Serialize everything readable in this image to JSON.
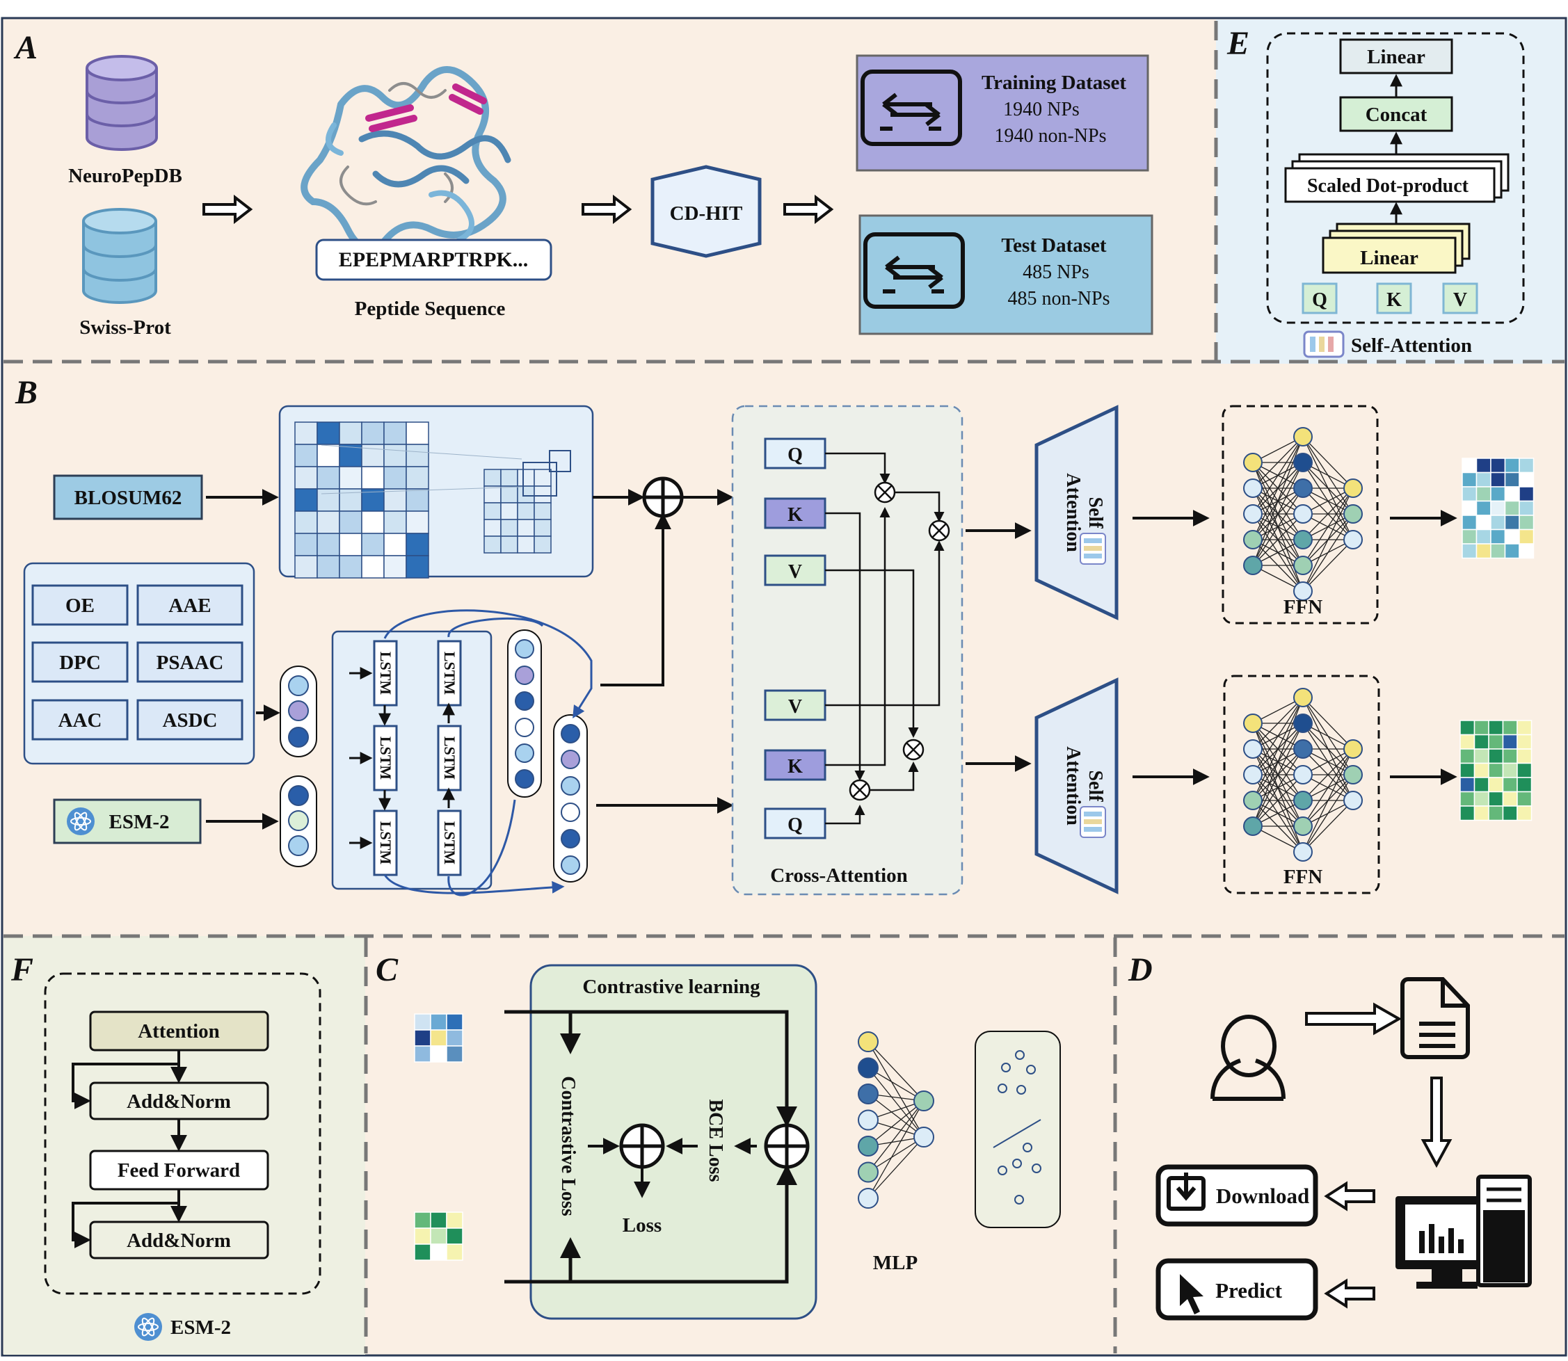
{
  "panels": {
    "a": "A",
    "b": "B",
    "c": "C",
    "d": "D",
    "e": "E",
    "f": "F"
  },
  "a": {
    "db1": "NeuroPepDB",
    "db2": "Swiss-Prot",
    "sequence": "EPEPMARPTRPK...",
    "sequence_label": "Peptide Sequence",
    "cdhit": "CD-HIT",
    "train": {
      "title": "Training Dataset",
      "line1": "1940 NPs",
      "line2": "1940 non-NPs"
    },
    "test": {
      "title": "Test Dataset",
      "line1": "485 NPs",
      "line2": "485 non-NPs"
    }
  },
  "b": {
    "blosum": "BLOSUM62",
    "features": [
      "OE",
      "AAE",
      "DPC",
      "PSAAC",
      "AAC",
      "ASDC"
    ],
    "esm": "ESM-2",
    "lstm": "LSTM",
    "q": "Q",
    "k": "K",
    "v": "V",
    "cross": "Cross-Attention",
    "self1": "Self",
    "self2": "Attention",
    "ffn": "FFN"
  },
  "c": {
    "title": "Contrastive learning",
    "contrastive_loss": "Contrastive Loss",
    "bce_loss": "BCE Loss",
    "loss": "Loss",
    "mlp": "MLP"
  },
  "d": {
    "download": "Download",
    "predict": "Predict"
  },
  "e": {
    "linear_top": "Linear",
    "concat": "Concat",
    "sdp": "Scaled Dot-product",
    "linear_bottom": "Linear",
    "q": "Q",
    "k": "K",
    "v": "V",
    "caption": "Self-Attention"
  },
  "f": {
    "attention": "Attention",
    "addnorm1": "Add&Norm",
    "ff": "Feed Forward",
    "addnorm2": "Add&Norm",
    "caption": "ESM-2"
  },
  "colors": {
    "panel_bg": "#faefe4",
    "panel_e_bg": "#e6f1f8",
    "panel_f_bg": "#eef0e2",
    "train": "#a9a7dd",
    "test": "#9bcbe2",
    "blosum": "#9dcbe4",
    "esm": "#d8ecd4",
    "k_box": "#9e9ddd",
    "v_box": "#dcefd8",
    "q_box": "#e3f0fa",
    "attention_box": "#e4e3c7",
    "concat_box": "#d5efd5",
    "linear_box": "#faf7c6"
  },
  "icons": [
    "database-icon",
    "protein-structure-icon",
    "dataset-icon",
    "plus-circle-icon",
    "multiply-circle-icon",
    "user-icon",
    "document-icon",
    "computer-icon",
    "download-icon",
    "cursor-icon",
    "esm-atom-icon",
    "self-attention-icon"
  ]
}
